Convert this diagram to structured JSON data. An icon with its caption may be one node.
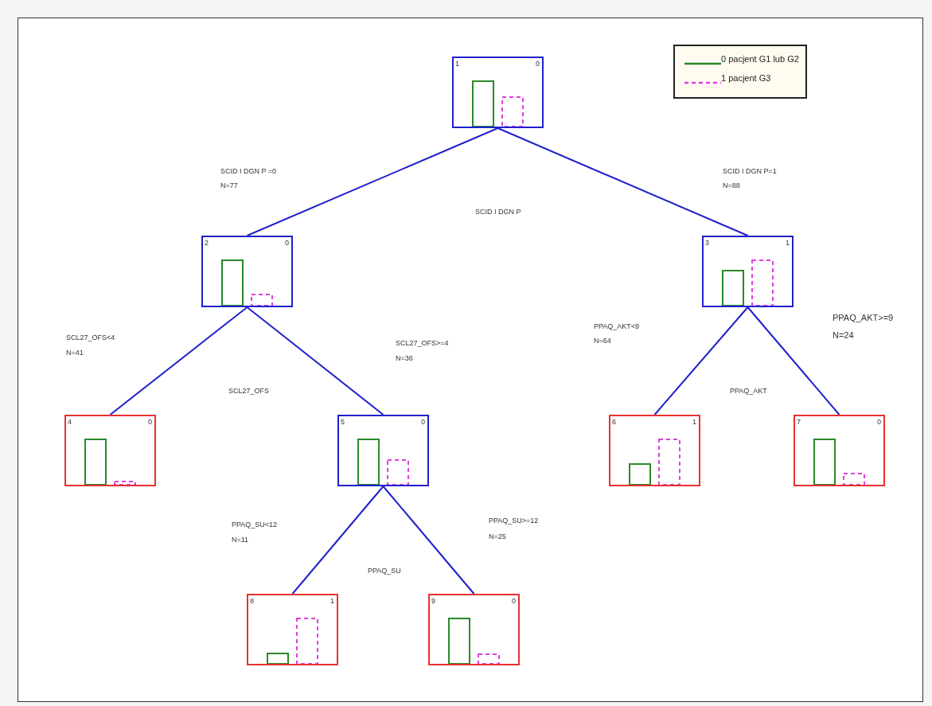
{
  "diagram": {
    "nodes": [
      {
        "text": [
          "1",
          "0"
        ]
      },
      {
        "text": [
          "2",
          "0"
        ]
      },
      {
        "text": [
          "3",
          "1"
        ]
      },
      {
        "text": [
          "4",
          "0"
        ]
      },
      {
        "text": [
          "5",
          "0"
        ]
      },
      {
        "text": [
          "6",
          "1"
        ]
      },
      {
        "text": [
          "7",
          "0"
        ]
      },
      {
        "text": [
          "8",
          "1"
        ]
      },
      {
        "text": [
          "9",
          "0"
        ]
      }
    ],
    "edges": [
      {
        "from": 0,
        "to": 1,
        "arrow": "none"
      },
      {
        "from": 0,
        "to": 2,
        "arrow": "none"
      },
      {
        "from": 1,
        "to": 3,
        "arrow": "none"
      },
      {
        "from": 1,
        "to": 4,
        "arrow": "none"
      },
      {
        "from": 2,
        "to": 5,
        "arrow": "none"
      },
      {
        "from": 2,
        "to": 6,
        "arrow": "none"
      },
      {
        "from": 4,
        "to": 7,
        "arrow": "none"
      },
      {
        "from": 4,
        "to": 8,
        "arrow": "none"
      }
    ],
    "labels": [
      "SCID I DGN P =0",
      "N=77",
      "SCID I DGN P=1",
      "N=88",
      "SCID I DGN P",
      "PPAQ_AKT>=9",
      "N=24",
      "PPAQ_AKT<9",
      "N=64",
      "SCL27_OFS<4",
      "N=41",
      "SCL27_OFS>=4",
      "N=36",
      "SCL27_OFS",
      "PPAQ_AKT",
      "PPAQ_SU>=12",
      "N=25",
      "PPAQ_SU<12",
      "N=11",
      "PPAQ_SU"
    ],
    "legend": [
      {
        "text": "0 pacjent G1 lub G2"
      },
      {
        "text": "1 pacjent G3"
      }
    ]
  }
}
